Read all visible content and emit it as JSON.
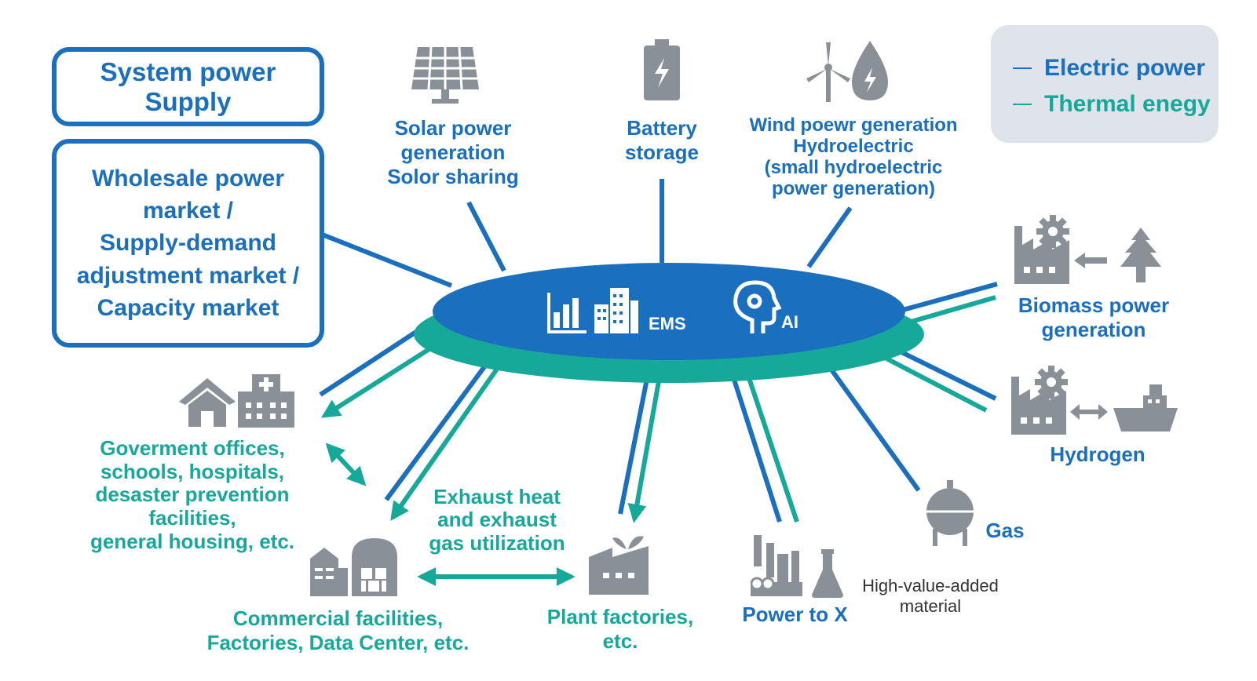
{
  "legend": {
    "electric": "Electric power",
    "thermal": "Thermal enegy"
  },
  "colors": {
    "electric": "#1a6fbf",
    "thermal": "#16a99a",
    "icon": "#8a9098",
    "hub_top": "#1a6fbf",
    "hub_base": "#16a99a"
  },
  "hub": {
    "ems_label": "EMS",
    "ai_label": "AI"
  },
  "boxes": {
    "system_power": "System power Supply",
    "markets": [
      "Wholesale power",
      "market /",
      "Supply-demand",
      "adjustment market /",
      "Capacity market"
    ]
  },
  "nodes": {
    "solar": [
      "Solar power",
      "generation",
      "Solor sharing"
    ],
    "battery": [
      "Battery",
      "storage"
    ],
    "wind_hydro": [
      "Wind poewr generation",
      "Hydroelectric",
      "(small hydroelectric",
      "power generation)"
    ],
    "biomass": [
      "Biomass power",
      "generation"
    ],
    "hydrogen": "Hydrogen",
    "gas": "Gas",
    "power_to_x": "Power to X",
    "high_value": [
      "High-value-added",
      "material"
    ],
    "plant_factories": [
      "Plant factories,",
      "etc."
    ],
    "commercial": [
      "Commercial facilities,",
      "Factories, Data Center, etc."
    ],
    "exhaust": [
      "Exhaust heat",
      "and exhaust",
      "gas utilization"
    ],
    "government": [
      "Goverment offices,",
      "schools, hospitals,",
      "desaster prevention",
      "facilities,",
      "general housing, etc."
    ]
  },
  "icons": [
    "solar-panel-icon",
    "battery-icon",
    "wind-turbine-icon",
    "water-drop-icon",
    "factory-icon",
    "gear-icon",
    "tree-icon",
    "ship-icon",
    "gas-tank-icon",
    "chemical-plant-icon",
    "flask-icon",
    "plant-factory-icon",
    "building-icon",
    "warehouse-icon",
    "house-icon",
    "hospital-icon",
    "bar-chart-icon",
    "city-icon",
    "ai-head-icon"
  ]
}
